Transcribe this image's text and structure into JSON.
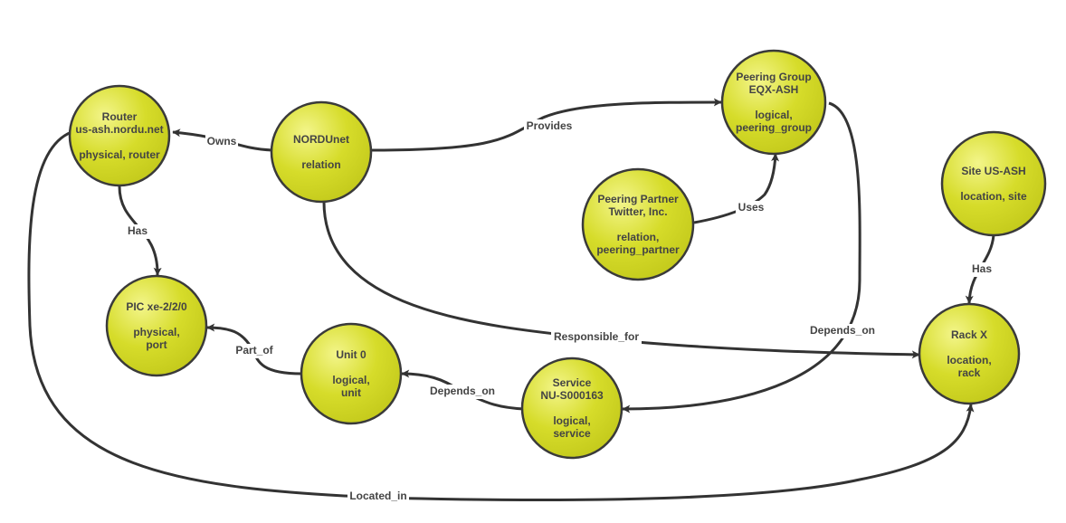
{
  "colors": {
    "node_fill": "#d6dc2a",
    "node_highlight": "#f3f58a",
    "node_stroke": "#3a3a3a",
    "edge": "#333333",
    "text": "#444444"
  },
  "nodes": {
    "router": {
      "lines": [
        "Router",
        "us-ash.nordu.net",
        "",
        "physical, router"
      ]
    },
    "nordunet": {
      "lines": [
        "NORDUnet",
        "",
        "relation"
      ]
    },
    "peering_group": {
      "lines": [
        "Peering Group",
        "EQX-ASH",
        "",
        "logical,",
        "peering_group"
      ]
    },
    "peering_partner": {
      "lines": [
        "Peering Partner",
        "Twitter, Inc.",
        "",
        "relation,",
        "peering_partner"
      ]
    },
    "site": {
      "lines": [
        "Site US-ASH",
        "",
        "location, site"
      ]
    },
    "pic": {
      "lines": [
        "PIC xe-2/2/0",
        "",
        "physical,",
        "port"
      ]
    },
    "unit": {
      "lines": [
        "Unit 0",
        "",
        "logical,",
        "unit"
      ]
    },
    "service": {
      "lines": [
        "Service",
        "NU-S000163",
        "",
        "logical,",
        "service"
      ]
    },
    "rack": {
      "lines": [
        "Rack X",
        "",
        "location,",
        "rack"
      ]
    }
  },
  "edges": {
    "owns": "Owns",
    "provides": "Provides",
    "has_router": "Has",
    "uses": "Uses",
    "has_site": "Has",
    "part_of": "Part_of",
    "depends_on_unit": "Depends_on",
    "depends_on_group": "Depends_on",
    "responsible_for": "Responsible_for",
    "located_in": "Located_in"
  }
}
